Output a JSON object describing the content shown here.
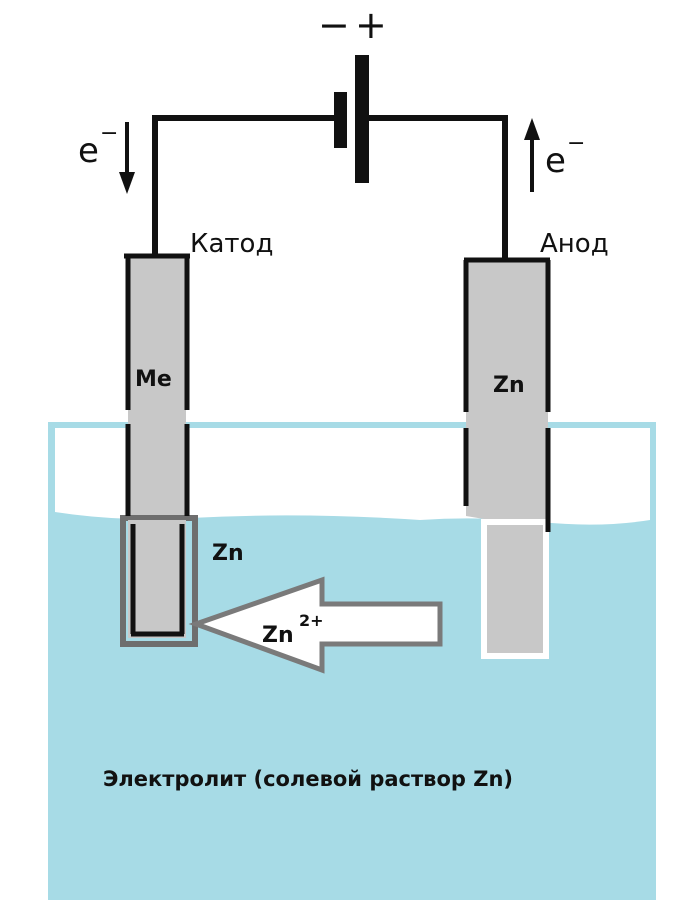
{
  "battery": {
    "minus": "−",
    "plus": "+"
  },
  "electron_left": {
    "symbol": "e",
    "sup": "−"
  },
  "electron_right": {
    "symbol": "e",
    "sup": "−"
  },
  "cathode": {
    "label": "Катод",
    "electrode_text": "Me",
    "coating_text": "Zn"
  },
  "anode": {
    "label": "Анод",
    "electrode_text": "Zn"
  },
  "ion_arrow": {
    "symbol": "Zn",
    "charge": "2+"
  },
  "electrolyte": {
    "label": "Электролит (солевой раствор Zn)"
  },
  "colors": {
    "electrolyte": "#a7dbe6",
    "electrode": "#c8c8c8",
    "wire": "#111111",
    "coating": "#6e6e6e",
    "arrow_fill": "#ffffff",
    "arrow_stroke": "#7a7a7a"
  }
}
